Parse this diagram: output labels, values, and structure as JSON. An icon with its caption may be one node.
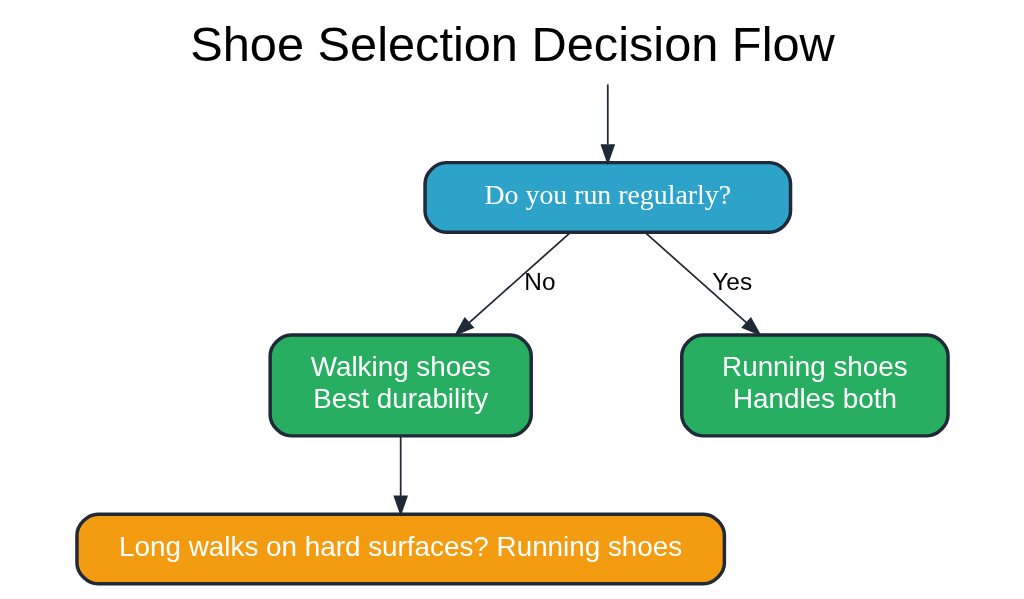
{
  "diagram": {
    "title": "Shoe Selection Decision Flow",
    "nodes": [
      {
        "text": [
          "Do you run regularly?"
        ]
      },
      {
        "text": [
          "Walking shoes",
          "Best durability"
        ]
      },
      {
        "text": [
          "Running shoes",
          "Handles both"
        ]
      },
      {
        "text": [
          "Long walks on hard surfaces? Running shoes"
        ]
      }
    ],
    "edges": [
      {
        "from": null,
        "to": 0,
        "arrow": "to"
      },
      {
        "from": 0,
        "to": 1,
        "arrow": "to",
        "label": "No"
      },
      {
        "from": 0,
        "to": 2,
        "arrow": "to",
        "label": "Yes"
      },
      {
        "from": 1,
        "to": 3,
        "arrow": "to"
      }
    ]
  }
}
